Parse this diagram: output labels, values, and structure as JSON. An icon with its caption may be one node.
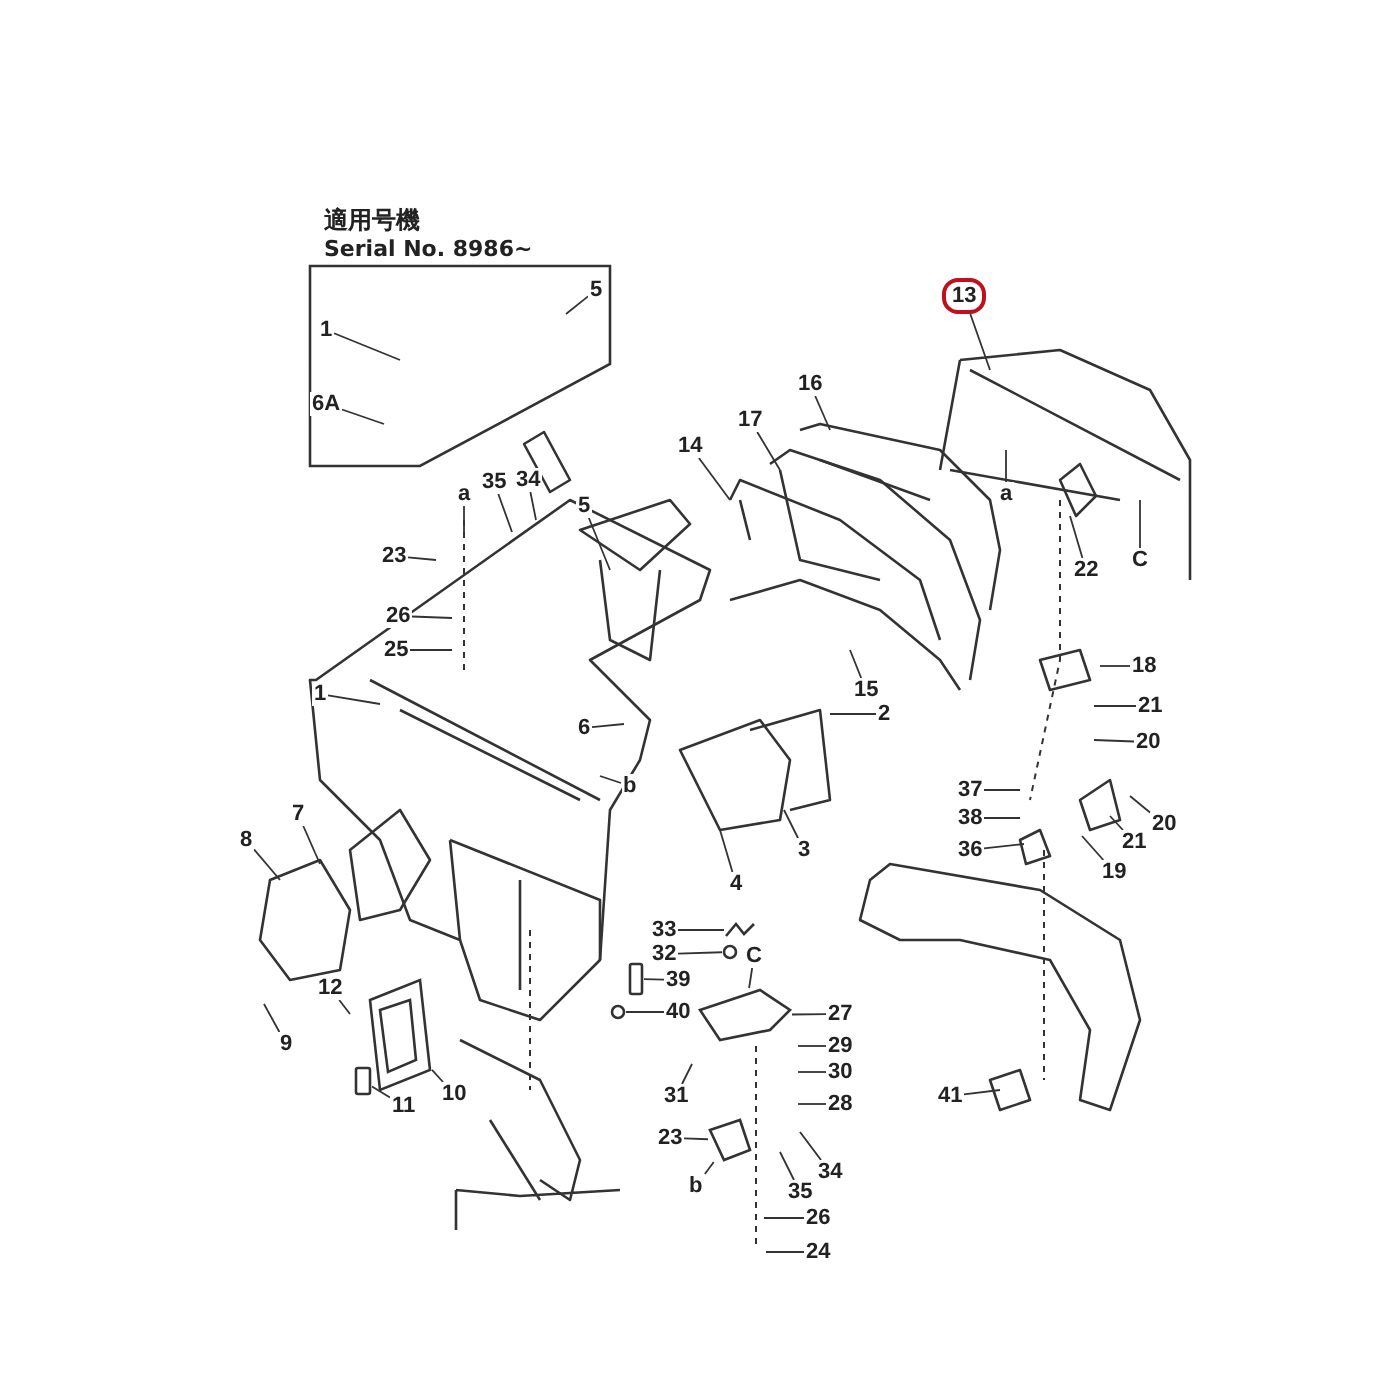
{
  "diagram": {
    "nodes": [
      {
        "text": [
          "1"
        ]
      },
      {
        "text": [
          "5"
        ]
      },
      {
        "text": [
          "6A"
        ]
      },
      {
        "text": [
          "a"
        ]
      },
      {
        "text": [
          "35"
        ]
      },
      {
        "text": [
          "34"
        ]
      },
      {
        "text": [
          "23"
        ]
      },
      {
        "text": [
          "26"
        ]
      },
      {
        "text": [
          "25"
        ]
      },
      {
        "text": [
          "5"
        ]
      },
      {
        "text": [
          "14"
        ]
      },
      {
        "text": [
          "17"
        ]
      },
      {
        "text": [
          "16"
        ]
      },
      {
        "text": [
          "13"
        ]
      },
      {
        "text": [
          "a"
        ]
      },
      {
        "text": [
          "22"
        ]
      },
      {
        "text": [
          "C"
        ]
      },
      {
        "text": [
          "1"
        ]
      },
      {
        "text": [
          "6"
        ]
      },
      {
        "text": [
          "b"
        ]
      },
      {
        "text": [
          "15"
        ]
      },
      {
        "text": [
          "2"
        ]
      },
      {
        "text": [
          "18"
        ]
      },
      {
        "text": [
          "21"
        ]
      },
      {
        "text": [
          "20"
        ]
      },
      {
        "text": [
          "37"
        ]
      },
      {
        "text": [
          "38"
        ]
      },
      {
        "text": [
          "36"
        ]
      },
      {
        "text": [
          "20"
        ]
      },
      {
        "text": [
          "21"
        ]
      },
      {
        "text": [
          "19"
        ]
      },
      {
        "text": [
          "3"
        ]
      },
      {
        "text": [
          "4"
        ]
      },
      {
        "text": [
          "7"
        ]
      },
      {
        "text": [
          "8"
        ]
      },
      {
        "text": [
          "9"
        ]
      },
      {
        "text": [
          "12"
        ]
      },
      {
        "text": [
          "11"
        ]
      },
      {
        "text": [
          "10"
        ]
      },
      {
        "text": [
          "33"
        ]
      },
      {
        "text": [
          "32"
        ]
      },
      {
        "text": [
          "39"
        ]
      },
      {
        "text": [
          "40"
        ]
      },
      {
        "text": [
          "C"
        ]
      },
      {
        "text": [
          "27"
        ]
      },
      {
        "text": [
          "29"
        ]
      },
      {
        "text": [
          "30"
        ]
      },
      {
        "text": [
          "28"
        ]
      },
      {
        "text": [
          "31"
        ]
      },
      {
        "text": [
          "23"
        ]
      },
      {
        "text": [
          "34"
        ]
      },
      {
        "text": [
          "35"
        ]
      },
      {
        "text": [
          "b"
        ]
      },
      {
        "text": [
          "26"
        ]
      },
      {
        "text": [
          "24"
        ]
      },
      {
        "text": [
          "41"
        ]
      },
      {
        "text": [],
        "shape": "circle"
      },
      {
        "text": [],
        "shape": "bar"
      },
      {
        "text": [],
        "shape": "box"
      },
      {
        "text": [],
        "shape": "box"
      },
      {
        "text": [],
        "shape": "box"
      },
      {
        "text": [],
        "shape": "bar"
      },
      {
        "text": [],
        "shape": "box"
      },
      {
        "text": [],
        "shape": "circle"
      }
    ],
    "edges": [
      {
        "from": 0,
        "to": null,
        "arrow": "none"
      },
      {
        "from": 1,
        "to": null,
        "arrow": "none"
      },
      {
        "from": 2,
        "to": null,
        "arrow": "none"
      },
      {
        "from": 3,
        "to": null,
        "arrow": "none"
      },
      {
        "from": 4,
        "to": null,
        "arrow": "none"
      },
      {
        "from": 5,
        "to": null,
        "arrow": "none"
      },
      {
        "from": 6,
        "to": null,
        "arrow": "none"
      },
      {
        "from": 7,
        "to": null,
        "arrow": "none"
      },
      {
        "from": 8,
        "to": null,
        "arrow": "none"
      },
      {
        "from": 9,
        "to": null,
        "arrow": "none"
      },
      {
        "from": 10,
        "to": null,
        "arrow": "none"
      },
      {
        "from": 11,
        "to": null,
        "arrow": "none"
      },
      {
        "from": 12,
        "to": null,
        "arrow": "none"
      },
      {
        "from": 13,
        "to": null,
        "arrow": "none"
      },
      {
        "from": 14,
        "to": null,
        "arrow": "none"
      },
      {
        "from": 15,
        "to": null,
        "arrow": "none"
      },
      {
        "from": 16,
        "to": null,
        "arrow": "none"
      },
      {
        "from": 17,
        "to": null,
        "arrow": "none"
      },
      {
        "from": 18,
        "to": null,
        "arrow": "none"
      },
      {
        "from": 19,
        "to": null,
        "arrow": "none"
      },
      {
        "from": 20,
        "to": null,
        "arrow": "none"
      },
      {
        "from": 21,
        "to": null,
        "arrow": "none"
      },
      {
        "from": 22,
        "to": null,
        "arrow": "none"
      },
      {
        "from": 23,
        "to": null,
        "arrow": "none"
      },
      {
        "from": 24,
        "to": null,
        "arrow": "none"
      },
      {
        "from": 25,
        "to": null,
        "arrow": "none"
      },
      {
        "from": 26,
        "to": null,
        "arrow": "none"
      },
      {
        "from": 27,
        "to": null,
        "arrow": "none"
      },
      {
        "from": 28,
        "to": null,
        "arrow": "none"
      },
      {
        "from": 29,
        "to": null,
        "arrow": "none"
      },
      {
        "from": 30,
        "to": null,
        "arrow": "none"
      },
      {
        "from": 31,
        "to": null,
        "arrow": "none"
      },
      {
        "from": 32,
        "to": null,
        "arrow": "none"
      },
      {
        "from": 33,
        "to": null,
        "arrow": "none"
      },
      {
        "from": 34,
        "to": null,
        "arrow": "none"
      },
      {
        "from": 35,
        "to": null,
        "arrow": "none"
      },
      {
        "from": 36,
        "to": null,
        "arrow": "none"
      },
      {
        "from": 37,
        "to": 61,
        "arrow": "none"
      },
      {
        "from": 38,
        "to": 58,
        "arrow": "none"
      },
      {
        "from": 39,
        "to": 62,
        "arrow": "none"
      },
      {
        "from": 40,
        "to": 56,
        "arrow": "none"
      },
      {
        "from": 41,
        "to": 57,
        "arrow": "none"
      },
      {
        "from": 42,
        "to": 63,
        "arrow": "none"
      },
      {
        "from": 43,
        "to": 59,
        "arrow": "none"
      },
      {
        "from": 44,
        "to": 59,
        "arrow": "none"
      },
      {
        "from": 45,
        "to": null,
        "arrow": "none"
      },
      {
        "from": 46,
        "to": null,
        "arrow": "none"
      },
      {
        "from": 47,
        "to": null,
        "arrow": "none"
      },
      {
        "from": 48,
        "to": null,
        "arrow": "none"
      },
      {
        "from": 49,
        "to": 60,
        "arrow": "none"
      },
      {
        "from": 50,
        "to": null,
        "arrow": "none"
      },
      {
        "from": 51,
        "to": null,
        "arrow": "none"
      },
      {
        "from": 52,
        "to": 60,
        "arrow": "none"
      },
      {
        "from": 53,
        "to": null,
        "arrow": "none"
      },
      {
        "from": 54,
        "to": null,
        "arrow": "none"
      },
      {
        "from": 55,
        "to": null,
        "arrow": "none"
      }
    ],
    "labels": [
      "適用号機",
      "Serial No. 8986~"
    ]
  }
}
